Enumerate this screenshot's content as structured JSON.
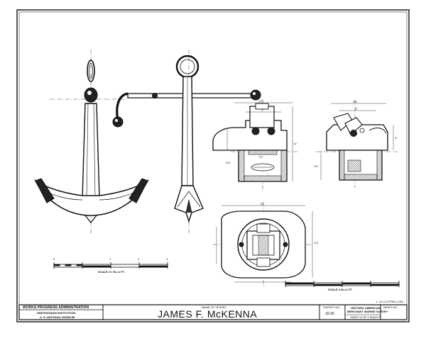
{
  "title_block": {
    "agency": "WORKS PROGRESS ADMINISTRATION",
    "institution_1": "SMITHSONIAN INSTITUTION",
    "institution_2": "U. S. NATIONAL MUSEUM",
    "vessel_label": "NAME OF VESSEL",
    "vessel_name": "JAMES F. McKENNA",
    "survey_no_label": "SURVEY NO.",
    "survey_no": "15-56",
    "survey_title_1": "HISTORIC AMERICAN",
    "survey_title_2": "MERCHANT MARINE SURVEY",
    "sheet_info": "SHEET 8 OF 9 SHEETS",
    "index_label": "INDEX NO."
  },
  "drafter": "L. M. LUTTRELL DEL.",
  "scales": {
    "left_label": "SCALE 1½ IN.=1 FT.",
    "left_ticks": [
      "0",
      "1",
      "2",
      "3"
    ],
    "right_label": "SCALE 3 IN.=1 FT."
  },
  "dims": {
    "a": "1⅞\"",
    "b": "7\"",
    "c": "7⅜\"",
    "d": "9⅞\"",
    "e": "11\"",
    "f": "4⅜\"",
    "g": "9\"",
    "h": "1⅜\"",
    "i": "4\"",
    "j": "12\"",
    "k": "1¾\""
  },
  "colors": {
    "ink": "#111111",
    "paper": "#ffffff",
    "hatch": "#555555"
  }
}
